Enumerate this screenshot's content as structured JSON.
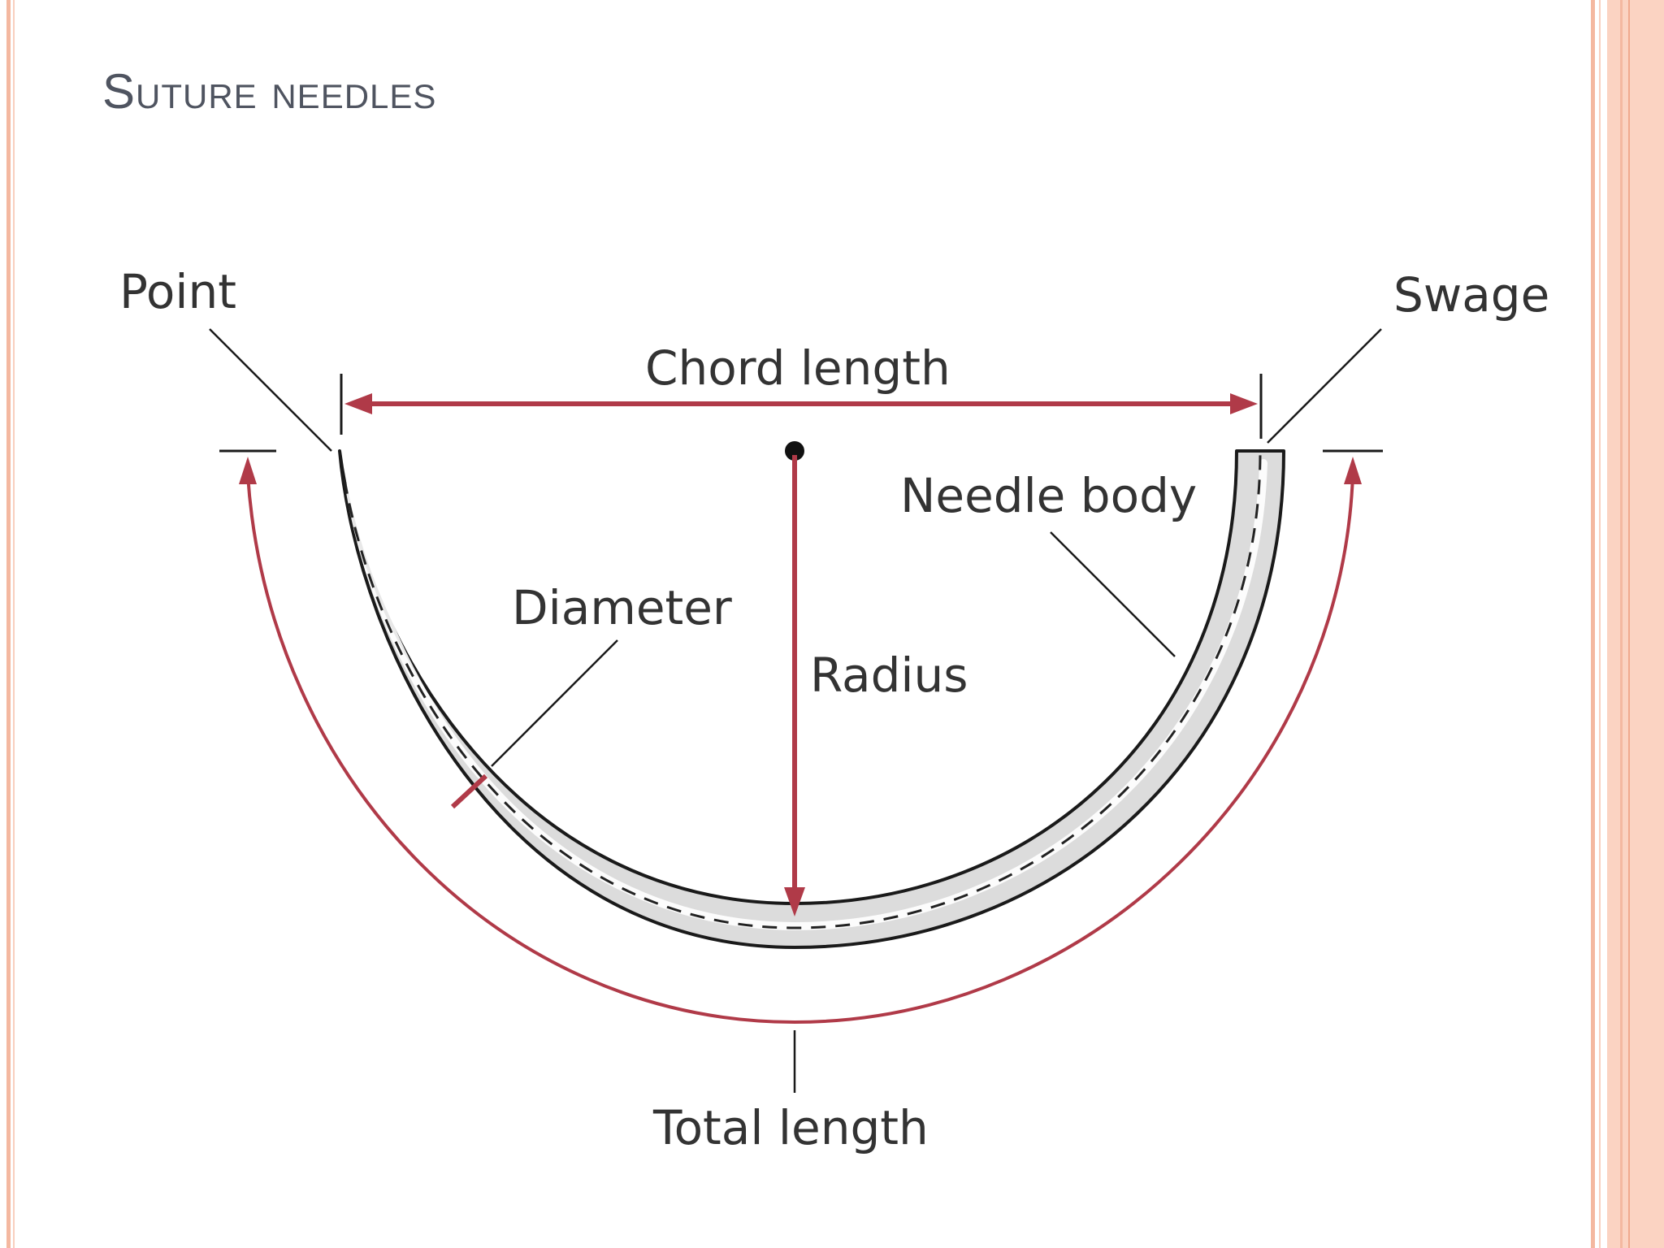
{
  "slide": {
    "title": "Suture needles"
  },
  "diagram": {
    "labels": {
      "point": "Point",
      "swage": "Swage",
      "chord_length": "Chord length",
      "needle_body": "Needle body",
      "diameter": "Diameter",
      "radius": "Radius",
      "total_length": "Total length"
    }
  },
  "colors": {
    "accent_red": "#b03a48",
    "needle_outline": "#1a1a1a",
    "title_text": "#4f5460",
    "frame_peach": "#f4b8a0"
  }
}
